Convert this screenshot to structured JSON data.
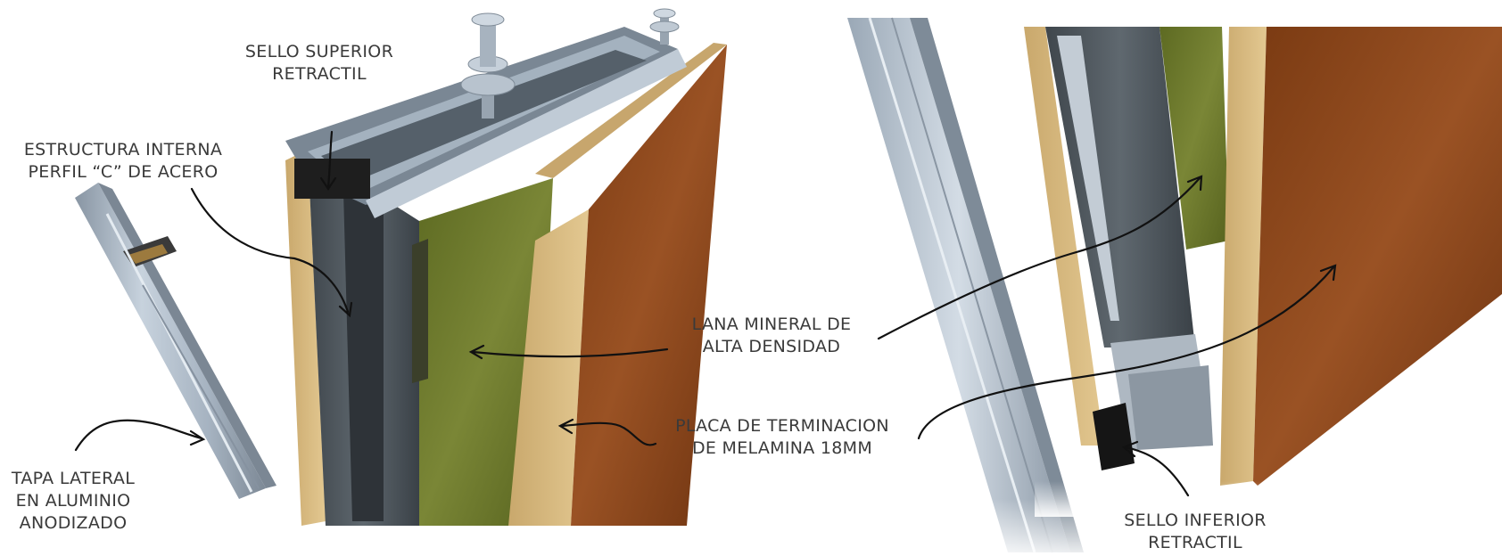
{
  "labels": {
    "top_seal": {
      "line1": "SELLO SUPERIOR",
      "line2": "RETRACTIL"
    },
    "structure": {
      "line1": "ESTRUCTURA INTERNA",
      "line2": "PERFIL “C” DE ACERO"
    },
    "side_cap": {
      "line1": "TAPA LATERAL",
      "line2": "EN ALUMINIO",
      "line3": "ANODIZADO"
    },
    "mineral_wool": {
      "line1": "LANA MINERAL DE",
      "line2": "ALTA DENSIDAD"
    },
    "finish_plate": {
      "line1": "PLACA DE TERMINACION",
      "line2": "DE MELAMINA 18MM"
    },
    "bottom_seal": {
      "line1": "SELLO INFERIOR",
      "line2": "RETRACTIL"
    }
  },
  "colors": {
    "aluminum": "#a9b6c4",
    "steel": "#4d555c",
    "mineral_wool": "#6d7a2c",
    "mdf_edge": "#d9bc84",
    "melamine": "#8a4519",
    "seal": "#1c1c1c",
    "text": "#3a3a3a"
  }
}
